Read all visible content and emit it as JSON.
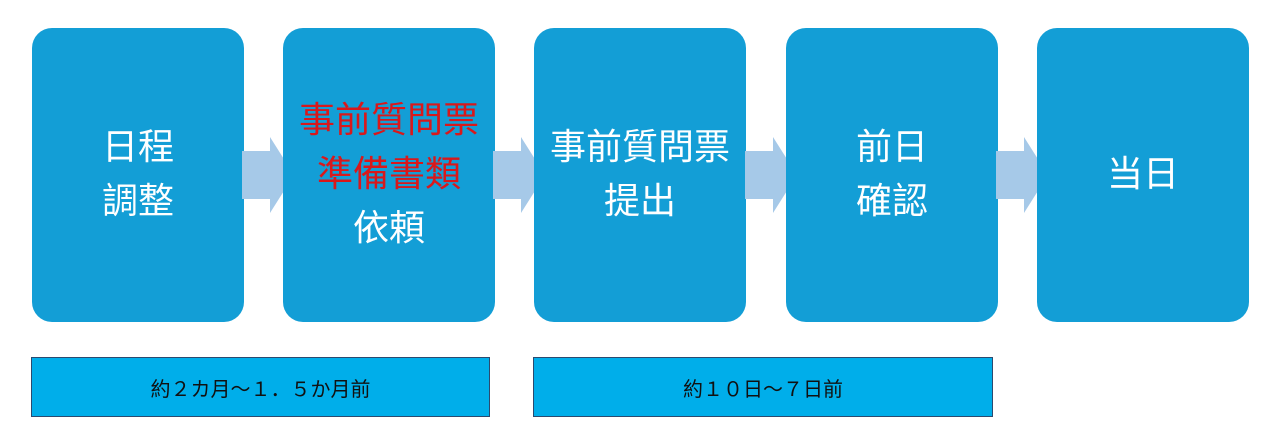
{
  "colors": {
    "box": "#139ed6",
    "box_text": "#ffffff",
    "highlight_text": "#d9181b",
    "arrow": "#a6c9e8",
    "period_bar": "#00aeea",
    "period_border": "#2b4a6f"
  },
  "steps": [
    {
      "lines": [
        "日程",
        "調整"
      ]
    },
    {
      "lines": [
        "事前質問票",
        "準備書類",
        "依頼"
      ],
      "highlighted_lines": [
        0,
        1
      ]
    },
    {
      "lines": [
        "事前質問票",
        "提出"
      ]
    },
    {
      "lines": [
        "前日",
        "確認"
      ]
    },
    {
      "lines": [
        "当日"
      ]
    }
  ],
  "arrow_icon": "chevron-right-arrow",
  "periods": [
    {
      "label": "約２カ月～１．５か月前"
    },
    {
      "label": "約１０日～７日前"
    }
  ]
}
